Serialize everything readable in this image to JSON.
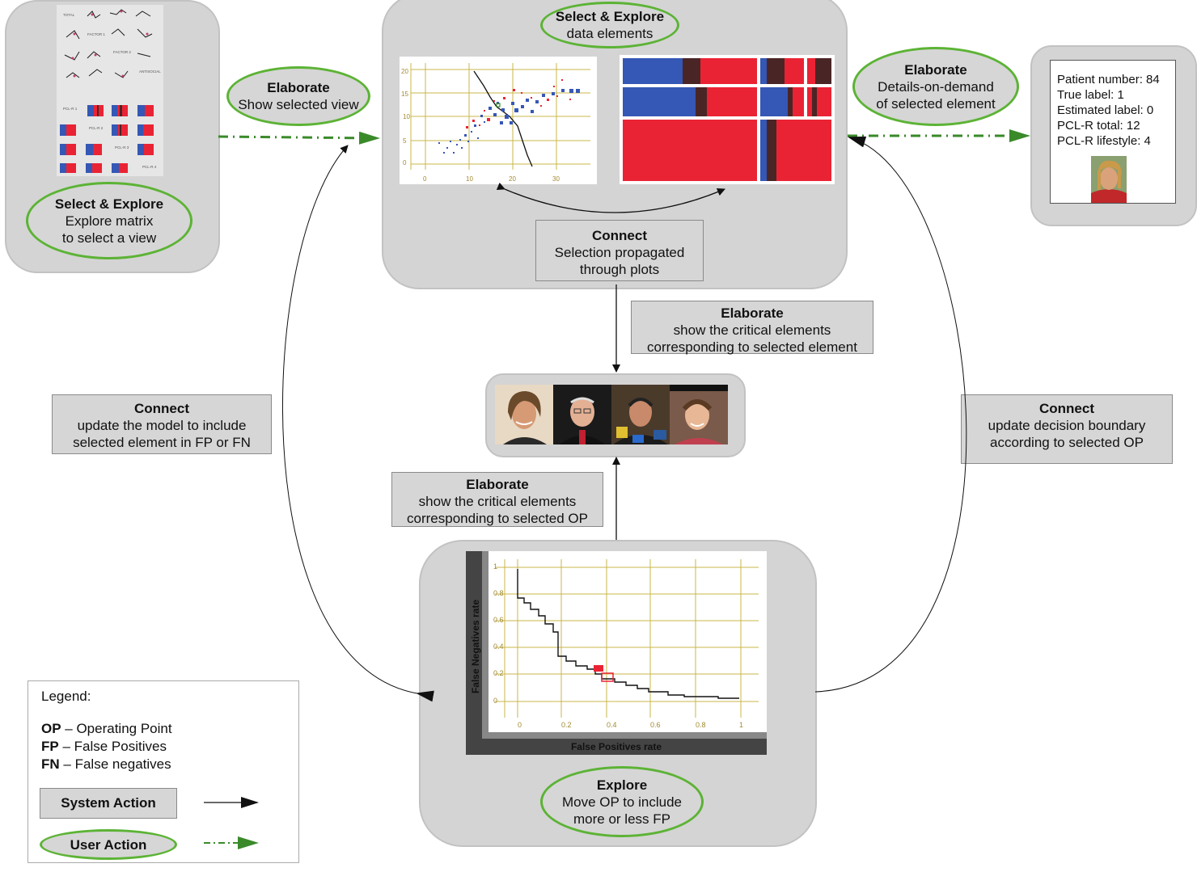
{
  "explore_matrix": {
    "title": "Select & Explore",
    "line1": "Explore matrix",
    "line2": "to select a view",
    "row_labels": [
      "TOTAL",
      "FACTOR 1",
      "FACTOR 2",
      "ANTISOCIAL"
    ],
    "pcl_labels": [
      "PCL-R 1",
      "PCL-R 2",
      "PCL-R 3",
      "PCL-R 4"
    ]
  },
  "show_view": {
    "title": "Elaborate",
    "line1": "Show selected view"
  },
  "data_elements": {
    "title": "Select & Explore",
    "line1": "data elements"
  },
  "scatter": {
    "x_ticks": [
      "0",
      "10",
      "20",
      "30"
    ],
    "y_ticks": [
      "20",
      "15",
      "10",
      "5",
      "0"
    ]
  },
  "propagated": {
    "title": "Connect",
    "line1": "Selection propagated",
    "line2": "through plots"
  },
  "details": {
    "title": "Elaborate",
    "line1": "Details-on-demand",
    "line2": "of selected element"
  },
  "patient_card": {
    "lines": [
      "Patient number: 84",
      "True label: 1",
      "Estimated label: 0",
      "PCL-R total: 12",
      "PCL-R lifestyle: 4"
    ]
  },
  "critical_element": {
    "title": "Elaborate",
    "line1": "show the critical elements",
    "line2": "corresponding to selected element"
  },
  "update_model": {
    "title": "Connect",
    "line1": "update the model  to include",
    "line2": "selected element in  FP or FN"
  },
  "decision_boundary": {
    "title": "Connect",
    "line1": "update decision boundary",
    "line2": "according to selected OP"
  },
  "critical_op": {
    "title": "Elaborate",
    "line1": "show the critical elements",
    "line2": "corresponding to selected OP"
  },
  "roc": {
    "xlabel": "False Positives rate",
    "ylabel": "False Negatives rate",
    "x_ticks": [
      "0",
      "0.2",
      "0.4",
      "0.6",
      "0.8",
      "1"
    ],
    "y_ticks": [
      "1",
      "0.8",
      "0.6",
      "0.4",
      "0.2",
      "0"
    ]
  },
  "explore_op": {
    "title": "Explore",
    "line1": "Move OP to include",
    "line2": "more or less FP"
  },
  "legend": {
    "title": "Legend:",
    "op_key": "OP",
    "op_text": " –  Operating Point",
    "fp_key": "FP",
    "fp_text": " –  False Positives",
    "fn_key": "FN",
    "fn_text": " – False negatives",
    "system_action": "System Action",
    "user_action": "User Action"
  },
  "colors": {
    "user_green": "#5cb335",
    "arrow_green": "#3a8a2a",
    "red": "#ea2334",
    "blue": "#3557b5",
    "dark": "#4a2526"
  }
}
